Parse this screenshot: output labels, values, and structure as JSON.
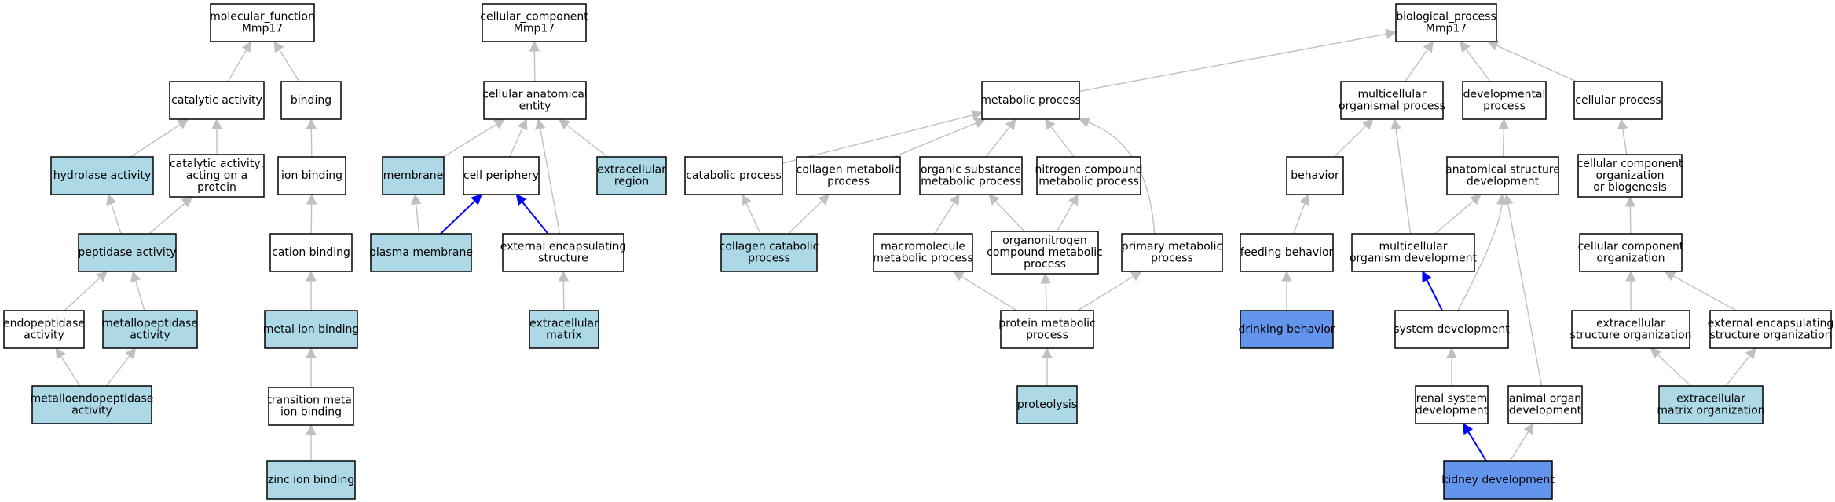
{
  "colors": {
    "white": "#ffffff",
    "light": "#add8e6",
    "dark": "#6495ed",
    "edge_gray": "#c0c0c0",
    "edge_blue": "#0000ff",
    "border": "#000000"
  },
  "nodes": [
    {
      "id": "mf_root",
      "lines": [
        "molecular_function",
        "Mmp17"
      ],
      "fill": "white"
    },
    {
      "id": "catalytic_activity",
      "lines": [
        "catalytic activity"
      ],
      "fill": "white"
    },
    {
      "id": "binding",
      "lines": [
        "binding"
      ],
      "fill": "white"
    },
    {
      "id": "hydrolase_activity",
      "lines": [
        "hydrolase activity"
      ],
      "fill": "light"
    },
    {
      "id": "catalytic_activity_protein",
      "lines": [
        "catalytic activity,",
        "acting on a",
        "protein"
      ],
      "fill": "white"
    },
    {
      "id": "ion_binding",
      "lines": [
        "ion binding"
      ],
      "fill": "white"
    },
    {
      "id": "peptidase_activity",
      "lines": [
        "peptidase activity"
      ],
      "fill": "light"
    },
    {
      "id": "cation_binding",
      "lines": [
        "cation binding"
      ],
      "fill": "white"
    },
    {
      "id": "endopeptidase_activity",
      "lines": [
        "endopeptidase",
        "activity"
      ],
      "fill": "white"
    },
    {
      "id": "metallopeptidase_activity",
      "lines": [
        "metallopeptidase",
        "activity"
      ],
      "fill": "light"
    },
    {
      "id": "metal_ion_binding",
      "lines": [
        "metal ion binding"
      ],
      "fill": "light"
    },
    {
      "id": "metalloendopeptidase_activity",
      "lines": [
        "metalloendopeptidase",
        "activity"
      ],
      "fill": "light"
    },
    {
      "id": "transition_metal_ion_binding",
      "lines": [
        "transition metal",
        "ion binding"
      ],
      "fill": "white"
    },
    {
      "id": "zinc_ion_binding",
      "lines": [
        "zinc ion binding"
      ],
      "fill": "light"
    },
    {
      "id": "cc_root",
      "lines": [
        "cellular_component",
        "Mmp17"
      ],
      "fill": "white"
    },
    {
      "id": "cellular_anatomical_entity",
      "lines": [
        "cellular anatomical",
        "entity"
      ],
      "fill": "white"
    },
    {
      "id": "membrane",
      "lines": [
        "membrane"
      ],
      "fill": "light"
    },
    {
      "id": "cell_periphery",
      "lines": [
        "cell periphery"
      ],
      "fill": "white"
    },
    {
      "id": "extracellular_region",
      "lines": [
        "extracellular",
        "region"
      ],
      "fill": "light"
    },
    {
      "id": "plasma_membrane",
      "lines": [
        "plasma membrane"
      ],
      "fill": "light"
    },
    {
      "id": "external_encapsulating_structure",
      "lines": [
        "external encapsulating",
        "structure"
      ],
      "fill": "white"
    },
    {
      "id": "extracellular_matrix",
      "lines": [
        "extracellular",
        "matrix"
      ],
      "fill": "light"
    },
    {
      "id": "bp_root",
      "lines": [
        "biological_process",
        "Mmp17"
      ],
      "fill": "white"
    },
    {
      "id": "metabolic_process",
      "lines": [
        "metabolic process"
      ],
      "fill": "white"
    },
    {
      "id": "multicellular_organismal_process",
      "lines": [
        "multicellular",
        "organismal process"
      ],
      "fill": "white"
    },
    {
      "id": "developmental_process",
      "lines": [
        "developmental",
        "process"
      ],
      "fill": "white"
    },
    {
      "id": "cellular_process",
      "lines": [
        "cellular process"
      ],
      "fill": "white"
    },
    {
      "id": "catabolic_process",
      "lines": [
        "catabolic process"
      ],
      "fill": "white"
    },
    {
      "id": "collagen_metabolic_process",
      "lines": [
        "collagen metabolic",
        "process"
      ],
      "fill": "white"
    },
    {
      "id": "organic_substance_metabolic_process",
      "lines": [
        "organic substance",
        "metabolic process"
      ],
      "fill": "white"
    },
    {
      "id": "nitrogen_compound_metabolic_process",
      "lines": [
        "nitrogen compound",
        "metabolic process"
      ],
      "fill": "white"
    },
    {
      "id": "behavior",
      "lines": [
        "behavior"
      ],
      "fill": "white"
    },
    {
      "id": "anatomical_structure_development",
      "lines": [
        "anatomical structure",
        "development"
      ],
      "fill": "white"
    },
    {
      "id": "cellular_component_organization_or_biogenesis",
      "lines": [
        "cellular component",
        "organization",
        "or biogenesis"
      ],
      "fill": "white"
    },
    {
      "id": "collagen_catabolic_process",
      "lines": [
        "collagen catabolic",
        "process"
      ],
      "fill": "light"
    },
    {
      "id": "macromolecule_metabolic_process",
      "lines": [
        "macromolecule",
        "metabolic process"
      ],
      "fill": "white"
    },
    {
      "id": "organonitrogen_compound_metabolic_process",
      "lines": [
        "organonitrogen",
        "compound metabolic",
        "process"
      ],
      "fill": "white"
    },
    {
      "id": "primary_metabolic_process",
      "lines": [
        "primary metabolic",
        "process"
      ],
      "fill": "white"
    },
    {
      "id": "feeding_behavior",
      "lines": [
        "feeding behavior"
      ],
      "fill": "white"
    },
    {
      "id": "multicellular_organism_development",
      "lines": [
        "multicellular",
        "organism development"
      ],
      "fill": "white"
    },
    {
      "id": "cellular_component_organization",
      "lines": [
        "cellular component",
        "organization"
      ],
      "fill": "white"
    },
    {
      "id": "protein_metabolic_process",
      "lines": [
        "protein metabolic",
        "process"
      ],
      "fill": "white"
    },
    {
      "id": "drinking_behavior",
      "lines": [
        "drinking behavior"
      ],
      "fill": "dark"
    },
    {
      "id": "system_development",
      "lines": [
        "system development"
      ],
      "fill": "white"
    },
    {
      "id": "extracellular_structure_organization",
      "lines": [
        "extracellular",
        "structure organization"
      ],
      "fill": "white"
    },
    {
      "id": "external_encapsulating_structure_organization",
      "lines": [
        "external encapsulating",
        "structure organization"
      ],
      "fill": "white"
    },
    {
      "id": "proteolysis",
      "lines": [
        "proteolysis"
      ],
      "fill": "light"
    },
    {
      "id": "renal_system_development",
      "lines": [
        "renal system",
        "development"
      ],
      "fill": "white"
    },
    {
      "id": "animal_organ_development",
      "lines": [
        "animal organ",
        "development"
      ],
      "fill": "white"
    },
    {
      "id": "extracellular_matrix_organization",
      "lines": [
        "extracellular",
        "matrix organization"
      ],
      "fill": "light"
    },
    {
      "id": "kidney_development",
      "lines": [
        "kidney development"
      ],
      "fill": "dark"
    }
  ],
  "edges": [
    {
      "from": "catalytic_activity",
      "to": "mf_root",
      "color": "gray"
    },
    {
      "from": "binding",
      "to": "mf_root",
      "color": "gray"
    },
    {
      "from": "hydrolase_activity",
      "to": "catalytic_activity",
      "color": "gray"
    },
    {
      "from": "catalytic_activity_protein",
      "to": "catalytic_activity",
      "color": "gray"
    },
    {
      "from": "ion_binding",
      "to": "binding",
      "color": "gray"
    },
    {
      "from": "peptidase_activity",
      "to": "hydrolase_activity",
      "color": "gray"
    },
    {
      "from": "peptidase_activity",
      "to": "catalytic_activity_protein",
      "color": "gray"
    },
    {
      "from": "cation_binding",
      "to": "ion_binding",
      "color": "gray"
    },
    {
      "from": "endopeptidase_activity",
      "to": "peptidase_activity",
      "color": "gray"
    },
    {
      "from": "metallopeptidase_activity",
      "to": "peptidase_activity",
      "color": "gray"
    },
    {
      "from": "metal_ion_binding",
      "to": "cation_binding",
      "color": "gray"
    },
    {
      "from": "metalloendopeptidase_activity",
      "to": "endopeptidase_activity",
      "color": "gray"
    },
    {
      "from": "metalloendopeptidase_activity",
      "to": "metallopeptidase_activity",
      "color": "gray"
    },
    {
      "from": "transition_metal_ion_binding",
      "to": "metal_ion_binding",
      "color": "gray"
    },
    {
      "from": "zinc_ion_binding",
      "to": "transition_metal_ion_binding",
      "color": "gray"
    },
    {
      "from": "cellular_anatomical_entity",
      "to": "cc_root",
      "color": "gray"
    },
    {
      "from": "membrane",
      "to": "cellular_anatomical_entity",
      "color": "gray"
    },
    {
      "from": "cell_periphery",
      "to": "cellular_anatomical_entity",
      "color": "gray"
    },
    {
      "from": "extracellular_region",
      "to": "cellular_anatomical_entity",
      "color": "gray"
    },
    {
      "from": "external_encapsulating_structure",
      "to": "cellular_anatomical_entity",
      "color": "gray"
    },
    {
      "from": "plasma_membrane",
      "to": "membrane",
      "color": "gray"
    },
    {
      "from": "plasma_membrane",
      "to": "cell_periphery",
      "color": "blue"
    },
    {
      "from": "external_encapsulating_structure",
      "to": "cell_periphery",
      "color": "blue"
    },
    {
      "from": "extracellular_matrix",
      "to": "external_encapsulating_structure",
      "color": "gray"
    },
    {
      "from": "metabolic_process",
      "to": "bp_root",
      "color": "gray"
    },
    {
      "from": "multicellular_organismal_process",
      "to": "bp_root",
      "color": "gray"
    },
    {
      "from": "developmental_process",
      "to": "bp_root",
      "color": "gray"
    },
    {
      "from": "cellular_process",
      "to": "bp_root",
      "color": "gray"
    },
    {
      "from": "catabolic_process",
      "to": "metabolic_process",
      "color": "gray"
    },
    {
      "from": "collagen_metabolic_process",
      "to": "metabolic_process",
      "color": "gray"
    },
    {
      "from": "organic_substance_metabolic_process",
      "to": "metabolic_process",
      "color": "gray"
    },
    {
      "from": "nitrogen_compound_metabolic_process",
      "to": "metabolic_process",
      "color": "gray"
    },
    {
      "from": "primary_metabolic_process",
      "to": "metabolic_process",
      "color": "gray",
      "curve": true
    },
    {
      "from": "collagen_catabolic_process",
      "to": "catabolic_process",
      "color": "gray"
    },
    {
      "from": "collagen_catabolic_process",
      "to": "collagen_metabolic_process",
      "color": "gray"
    },
    {
      "from": "macromolecule_metabolic_process",
      "to": "organic_substance_metabolic_process",
      "color": "gray"
    },
    {
      "from": "organonitrogen_compound_metabolic_process",
      "to": "organic_substance_metabolic_process",
      "color": "gray"
    },
    {
      "from": "organonitrogen_compound_metabolic_process",
      "to": "nitrogen_compound_metabolic_process",
      "color": "gray"
    },
    {
      "from": "protein_metabolic_process",
      "to": "macromolecule_metabolic_process",
      "color": "gray"
    },
    {
      "from": "protein_metabolic_process",
      "to": "organonitrogen_compound_metabolic_process",
      "color": "gray"
    },
    {
      "from": "protein_metabolic_process",
      "to": "primary_metabolic_process",
      "color": "gray"
    },
    {
      "from": "proteolysis",
      "to": "protein_metabolic_process",
      "color": "gray"
    },
    {
      "from": "behavior",
      "to": "multicellular_organismal_process",
      "color": "gray"
    },
    {
      "from": "multicellular_organism_development",
      "to": "multicellular_organismal_process",
      "color": "gray"
    },
    {
      "from": "anatomical_structure_development",
      "to": "developmental_process",
      "color": "gray"
    },
    {
      "from": "cellular_component_organization_or_biogenesis",
      "to": "cellular_process",
      "color": "gray"
    },
    {
      "from": "feeding_behavior",
      "to": "behavior",
      "color": "gray"
    },
    {
      "from": "drinking_behavior",
      "to": "feeding_behavior",
      "color": "gray"
    },
    {
      "from": "multicellular_organism_development",
      "to": "anatomical_structure_development",
      "color": "gray"
    },
    {
      "from": "system_development",
      "to": "multicellular_organism_development",
      "color": "blue"
    },
    {
      "from": "system_development",
      "to": "anatomical_structure_development",
      "color": "gray",
      "curve": true
    },
    {
      "from": "animal_organ_development",
      "to": "anatomical_structure_development",
      "color": "gray"
    },
    {
      "from": "renal_system_development",
      "to": "system_development",
      "color": "gray"
    },
    {
      "from": "kidney_development",
      "to": "renal_system_development",
      "color": "blue"
    },
    {
      "from": "kidney_development",
      "to": "animal_organ_development",
      "color": "gray"
    },
    {
      "from": "cellular_component_organization",
      "to": "cellular_component_organization_or_biogenesis",
      "color": "gray"
    },
    {
      "from": "extracellular_structure_organization",
      "to": "cellular_component_organization",
      "color": "gray"
    },
    {
      "from": "external_encapsulating_structure_organization",
      "to": "cellular_component_organization",
      "color": "gray"
    },
    {
      "from": "extracellular_matrix_organization",
      "to": "extracellular_structure_organization",
      "color": "gray"
    },
    {
      "from": "extracellular_matrix_organization",
      "to": "external_encapsulating_structure_organization",
      "color": "gray"
    }
  ]
}
